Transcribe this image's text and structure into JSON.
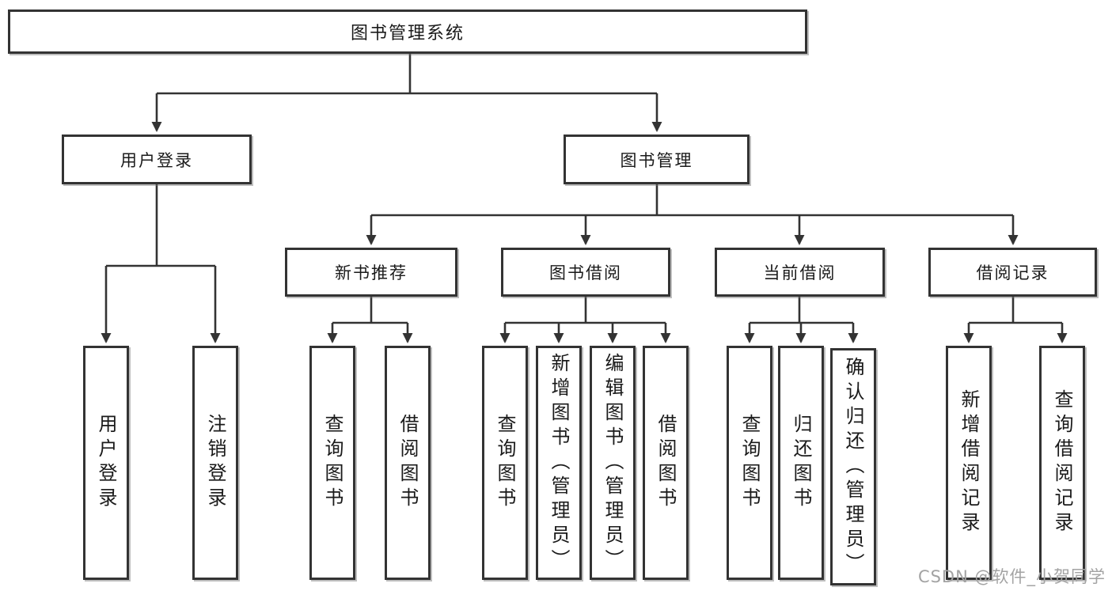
{
  "diagram": {
    "root": {
      "label": "图书管理系统"
    },
    "branches": [
      {
        "label": "用户登录",
        "children": [
          {
            "label": "用户登录"
          },
          {
            "label": "注销登录"
          }
        ]
      },
      {
        "label": "图书管理",
        "children": [
          {
            "label": "新书推荐",
            "children": [
              {
                "label": "查询图书"
              },
              {
                "label": "借阅图书"
              }
            ]
          },
          {
            "label": "图书借阅",
            "children": [
              {
                "label": "查询图书"
              },
              {
                "label": "新增图书（管理员）"
              },
              {
                "label": "编辑图书（管理员）"
              },
              {
                "label": "借阅图书"
              }
            ]
          },
          {
            "label": "当前借阅",
            "children": [
              {
                "label": "查询图书"
              },
              {
                "label": "归还图书"
              },
              {
                "label": "确认归还（管理员）"
              }
            ]
          },
          {
            "label": "借阅记录",
            "children": [
              {
                "label": "新增借阅记录"
              },
              {
                "label": "查询借阅记录"
              }
            ]
          }
        ]
      }
    ]
  },
  "watermark": {
    "text": "CSDN @软件_小贺同学"
  },
  "colors": {
    "line": "#333333",
    "border": "#333333",
    "text": "#1a1a1a",
    "watermark": "#a3a3a3",
    "background": "#ffffff"
  }
}
